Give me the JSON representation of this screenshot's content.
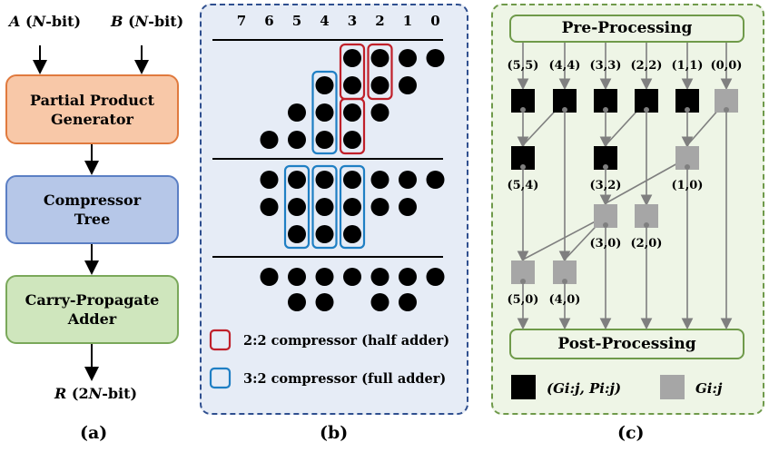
{
  "panel_a": {
    "input_a": "A (N-bit)",
    "input_b": "B (N-bit)",
    "blocks": [
      {
        "lines": [
          "Partial Product",
          "Generator"
        ],
        "fill": "#f8c8a8",
        "stroke": "#e07a3e"
      },
      {
        "lines": [
          "Compressor",
          "Tree"
        ],
        "fill": "#b6c7e8",
        "stroke": "#5b7fc4"
      },
      {
        "lines": [
          "Carry-Propagate",
          "Adder"
        ],
        "fill": "#cfe6bd",
        "stroke": "#7aa85a"
      }
    ],
    "output": "R (2N-bit)",
    "label": "(a)"
  },
  "panel_b": {
    "columns": [
      "7",
      "6",
      "5",
      "4",
      "3",
      "2",
      "1",
      "0"
    ],
    "stage1_rows": [
      [
        0,
        1,
        2,
        3
      ],
      [
        1,
        2,
        3,
        4
      ],
      [
        2,
        3,
        4,
        5
      ],
      [
        3,
        4,
        5,
        6
      ]
    ],
    "stage2_rows": [
      [
        0,
        1,
        2,
        3,
        4,
        5,
        6
      ],
      [
        1,
        2,
        3,
        4,
        5,
        6
      ],
      [
        3,
        4,
        5
      ]
    ],
    "stage3_rows": [
      [
        0,
        1,
        2,
        3,
        4,
        5,
        6
      ],
      [
        1,
        2,
        4,
        5
      ]
    ],
    "half_adder_groups": [
      {
        "col": 3,
        "rows": [
          0,
          1
        ]
      },
      {
        "col": 2,
        "rows": [
          0,
          1
        ]
      },
      {
        "col": 3,
        "rows": [
          2,
          3
        ]
      }
    ],
    "full_adder_groups": [
      {
        "col": 4,
        "rows": [
          1,
          3
        ]
      },
      {
        "col": 3,
        "rows": [
          0,
          2
        ]
      },
      {
        "col": 4,
        "rows": [
          0,
          2
        ]
      },
      {
        "col": 5,
        "rows": [
          0,
          2
        ]
      }
    ],
    "legend": [
      {
        "text": "2:2 compressor (half adder)",
        "color": "#c0202a"
      },
      {
        "text": "3:2 compressor (full adder)",
        "color": "#1f7fc4"
      }
    ],
    "label": "(b)"
  },
  "panel_c": {
    "pre": "Pre-Processing",
    "post": "Post-Processing",
    "top_labels": [
      "(5,5)",
      "(4,4)",
      "(3,3)",
      "(2,2)",
      "(1,1)",
      "(0,0)"
    ],
    "row2_labels": [
      "(5,4)",
      "(3,2)",
      "(1,0)"
    ],
    "row3_labels": [
      "(3,0)",
      "(2,0)"
    ],
    "row4_labels": [
      "(5,0)",
      "(4,0)"
    ],
    "legend_black": "(Gi:j, Pi:j)",
    "legend_gray": "Gi:j",
    "label": "(c)",
    "colors": {
      "black": "#000000",
      "gray": "#a6a6a6",
      "bg": "#eef5e6",
      "border": "#6f9a4a"
    }
  }
}
